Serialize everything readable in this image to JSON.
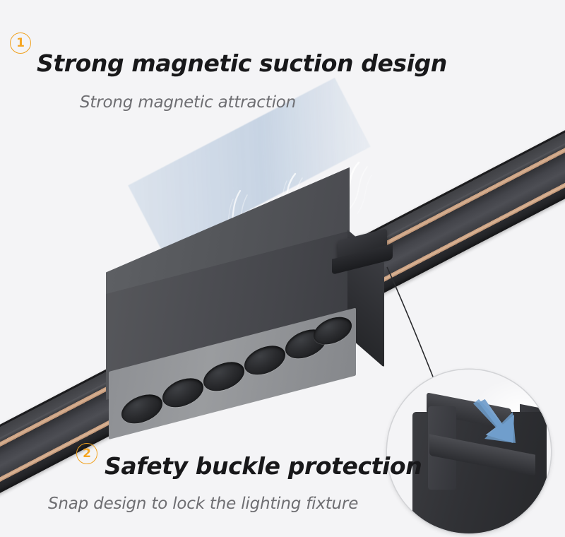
{
  "page": {
    "background_color": "#f3f4f6",
    "product": "magnetic track light fixture"
  },
  "features": [
    {
      "number": "1",
      "title": "Strong magnetic suction design",
      "subtitle": "Strong magnetic attraction",
      "accent_color": "#f5a623",
      "title_color": "#18181a",
      "subtitle_color": "#6e6e72"
    },
    {
      "number": "2",
      "title": "Safety buckle protection",
      "subtitle": "Snap design to lock the lighting fixture",
      "accent_color": "#f5a623",
      "title_color": "#18181a",
      "subtitle_color": "#6e6e72"
    }
  ],
  "illustration": {
    "rail": {
      "name": "magnetic track rail",
      "body_color": "#45464b",
      "conductor_color": "#c89a7a",
      "conductor_count": 2,
      "angle_degrees": -27.5
    },
    "fixture": {
      "name": "linear led track light",
      "body_color": "#4a4b50",
      "faceplate_color": "#929498",
      "lens_count": 6,
      "lens_color": "#222326"
    },
    "magnetic_arrows": {
      "count": 3,
      "direction": "up",
      "color": "#b7cfe4",
      "meaning": "magnetic attraction pulling fixture onto rail"
    },
    "magnetic_field_wisps": {
      "count": 3,
      "color": "#ffffff",
      "meaning": "magnetic field effect"
    },
    "field_panel": {
      "color": "#7b9bc3",
      "meaning": "translucent magnetic field zone"
    },
    "inset": {
      "name": "buckle detail magnifier",
      "shape": "circle",
      "border_color": "#d2d3d6",
      "arrow_color": "#6f9dcb",
      "arrow_direction": "down-right",
      "meaning": "close up of safety buckle engaging the rail"
    },
    "leader_line": {
      "color": "#2a2b2e",
      "meaning": "connects buckle on fixture to detail inset"
    }
  }
}
